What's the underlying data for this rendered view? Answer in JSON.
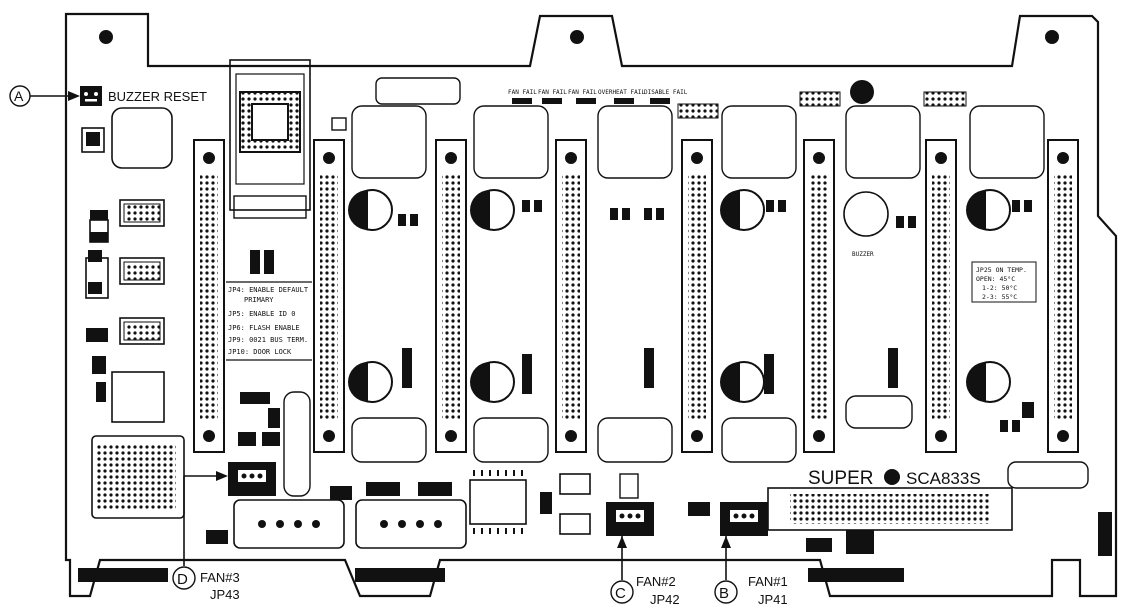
{
  "board": {
    "brand": "SUPER",
    "model": "SCA833S",
    "buzzer_label": "BUZZER RESET",
    "jumper_notes": [
      "JP4: ENABLE DEFAULT",
      "PRIMARY",
      "JP5: ENABLE ID 0",
      "JP6: FLASH ENABLE",
      "JP9: 0021 BUS TERM.",
      "JP10: DOOR LOCK"
    ],
    "temp_notes": [
      "JP25 ON TEMP.",
      "OPEN: 45°C",
      "1-2: 50°C",
      "2-3: 55°C"
    ],
    "led_labels": [
      "FAN FAIL",
      "FAN FAIL",
      "FAN FAIL",
      "OVERHEAT FAIL",
      "DISABLE FAIL"
    ],
    "buzzer_part": "BUZZER"
  },
  "callouts": [
    {
      "letter": "A",
      "text": "",
      "jumper": ""
    },
    {
      "letter": "B",
      "text": "FAN#1",
      "jumper": "JP41"
    },
    {
      "letter": "C",
      "text": "FAN#2",
      "jumper": "JP42"
    },
    {
      "letter": "D",
      "text": "FAN#3",
      "jumper": "JP43"
    }
  ]
}
